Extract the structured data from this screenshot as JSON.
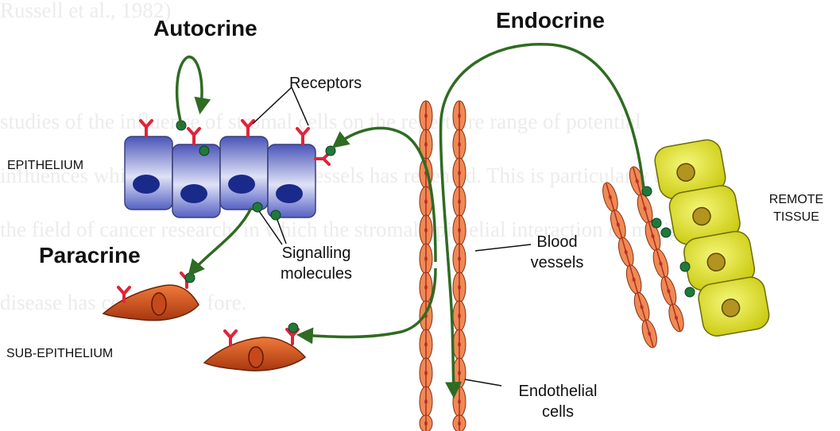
{
  "background_text": [
    "Russell et al., 1982)",
    "studies of the influence of stromal cells on the repertoire range of potential",
    "influences which the epithelium of vessels has revealed. This is particularly true",
    "the field of cancer research, in which the stromal-epithelial interaction of malignant",
    "disease has come to the fore."
  ],
  "labels": {
    "autocrine": "Autocrine",
    "endocrine": "Endocrine",
    "paracrine": "Paracrine",
    "receptors": "Receptors",
    "epithelium": "EPITHELIUM",
    "sub_epithelium": "SUB-EPITHELIUM",
    "signalling_line1": "Signalling",
    "signalling_line2": "molecules",
    "blood_line1": "Blood",
    "blood_line2": "vessels",
    "endothelial_line1": "Endothelial",
    "endothelial_line2": "cells",
    "remote_line1": "REMOTE",
    "remote_line2": "TISSUE"
  },
  "colors": {
    "arrow": "#2f6b22",
    "molecule": "#1f7a3a",
    "receptor": "#e0243a",
    "epithelium_cell": "#5a66c8",
    "nucleus": "#1a2a8a",
    "fibroblast": "#d8571f",
    "endothelium": "#ee8a55",
    "vessel_core": "#c0392b",
    "remote_tissue": "#dede2e"
  }
}
